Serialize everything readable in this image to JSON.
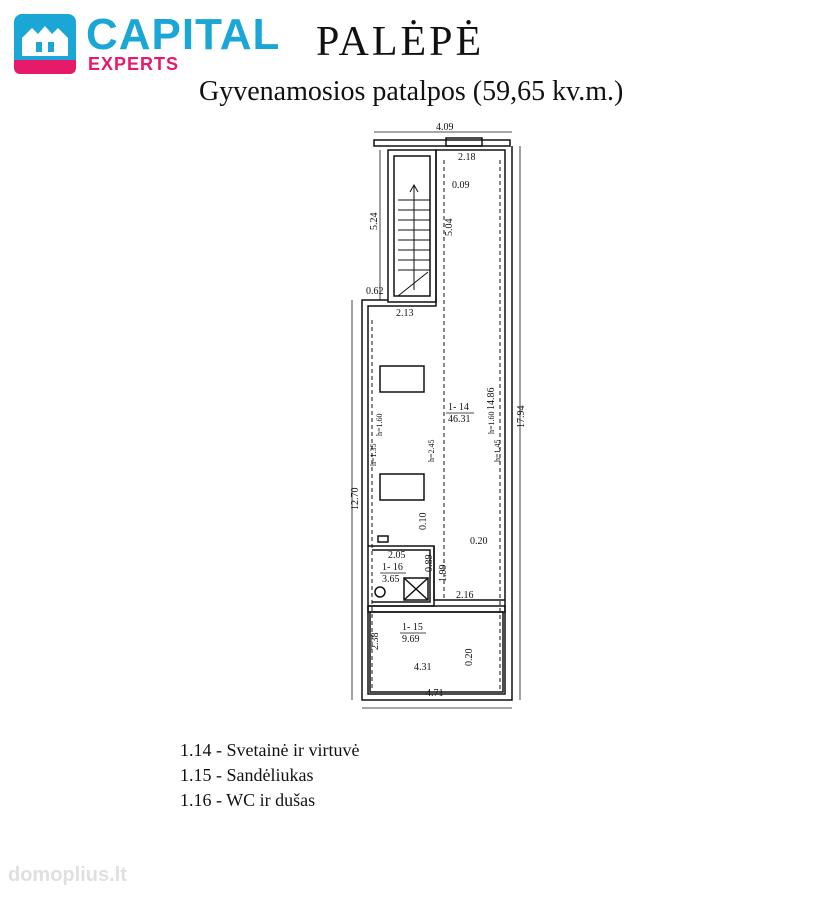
{
  "logo": {
    "title": "CAPITAL",
    "subtitle": "EXPERTS"
  },
  "header": {
    "title": "PALĖPĖ",
    "subtitle": "Gyvenamosios patalpos (59,65 kv.m.)"
  },
  "plan": {
    "dimensions": {
      "top_width": "4.09",
      "inner_top": "2.18",
      "small_gap": "0.09",
      "left_upper": "5.24",
      "stair_height": "5.04",
      "left_offset": "0.62",
      "stair_bottom": "2.13",
      "room_height": "14.86",
      "total_height": "17.94",
      "left_total": "12.70",
      "gap_a": "0.10",
      "gap_b": "0.20",
      "wc_width": "2.05",
      "wc_depth": "0.89",
      "wc_height": "1.99",
      "bottom_inner": "2.16",
      "store_height": "2.38",
      "store_width": "4.31",
      "store_gap": "0.20",
      "bottom_total": "4.71"
    },
    "heights": {
      "h_left_a": "h=1.60",
      "h_left_b": "h=1.35",
      "h_center": "h=2.45",
      "h_right_a": "h=1.60",
      "h_right_b": "h=1.45"
    },
    "rooms": [
      {
        "code": "1- 14",
        "area": "46.31"
      },
      {
        "code": "1- 15",
        "area": "9.69"
      },
      {
        "code": "1- 16",
        "area": "3.65"
      }
    ]
  },
  "legend": [
    "1.14 - Svetainė ir virtuvė",
    "1.15 - Sandėliukas",
    "1.16 - WC ir dušas"
  ],
  "watermark": "domoplius.lt"
}
